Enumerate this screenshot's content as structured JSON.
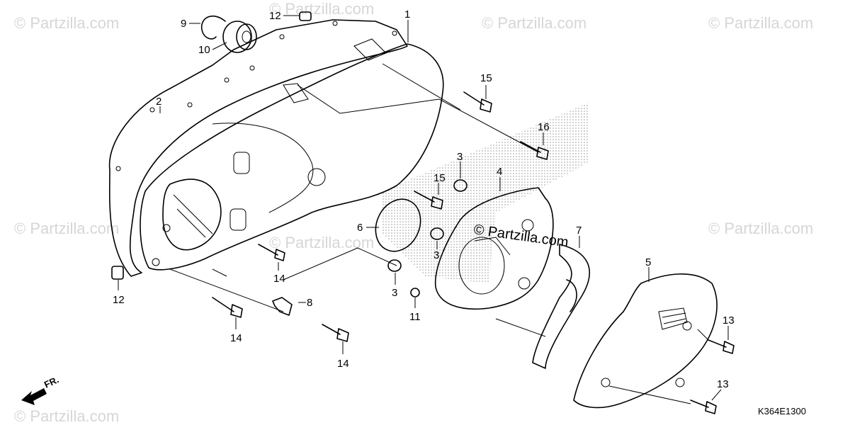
{
  "watermarks": [
    "© Partzilla.com",
    "© Partzilla.com",
    "© Partzilla.com",
    "© Partzilla.com",
    "© Partzilla.com",
    "© Partzilla.com",
    "© Partzilla.com",
    "© Partzilla.com"
  ],
  "center_watermark": "© Partzilla.com",
  "diagram_code": "K364E1300",
  "direction_label": "FR.",
  "callouts": {
    "c1": "1",
    "c2": "2",
    "c3a": "3",
    "c3b": "3",
    "c3c": "3",
    "c4": "4",
    "c5": "5",
    "c6": "6",
    "c7": "7",
    "c8": "8",
    "c9": "9",
    "c10": "10",
    "c11": "11",
    "c12a": "12",
    "c12b": "12",
    "c13a": "13",
    "c13b": "13",
    "c14a": "14",
    "c14b": "14",
    "c14c": "14",
    "c15a": "15",
    "c15b": "15",
    "c16": "16"
  }
}
